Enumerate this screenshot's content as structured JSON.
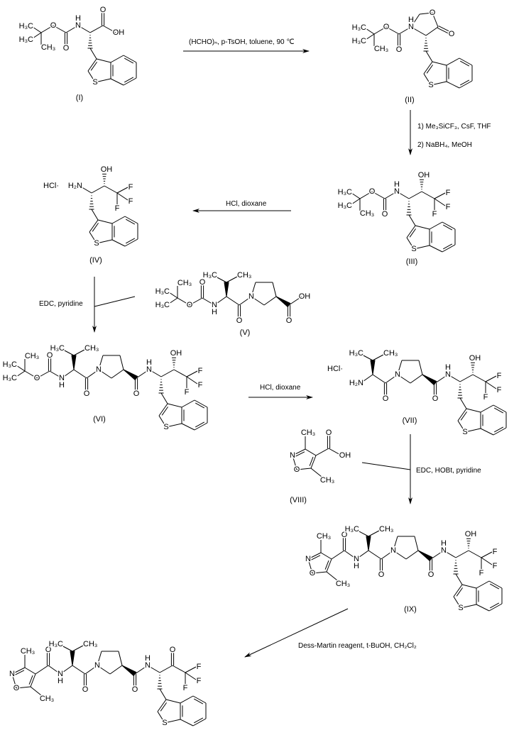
{
  "atoms": {
    "O": "O",
    "OH": "OH",
    "N": "N",
    "H": "H",
    "S": "S",
    "F": "F",
    "H3C": "H₃C",
    "CH3": "CH₃",
    "H2N": "H₂N",
    "HCl": "HCl·"
  },
  "compounds": {
    "I": "(I)",
    "II": "(II)",
    "III": "(III)",
    "IV": "(IV)",
    "V": "(V)",
    "VI": "(VI)",
    "VII": "(VII)",
    "VIII": "(VIII)",
    "IX": "(IX)"
  },
  "conditions": {
    "step1": "(HCHO)ₙ, p-TsOH, toluene, 90 ℃",
    "step2a": "1) Me₃SiCF₃, CsF, THF",
    "step2b": "2) NaBH₄, MeOH",
    "step3": "HCl, dioxane",
    "step4": "EDC, pyridine",
    "step5": "HCl, dioxane",
    "step6": "EDC, HOBt, pyridine",
    "step7": "Dess-Martin reagent, t-BuOH, CH₂Cl₂"
  }
}
